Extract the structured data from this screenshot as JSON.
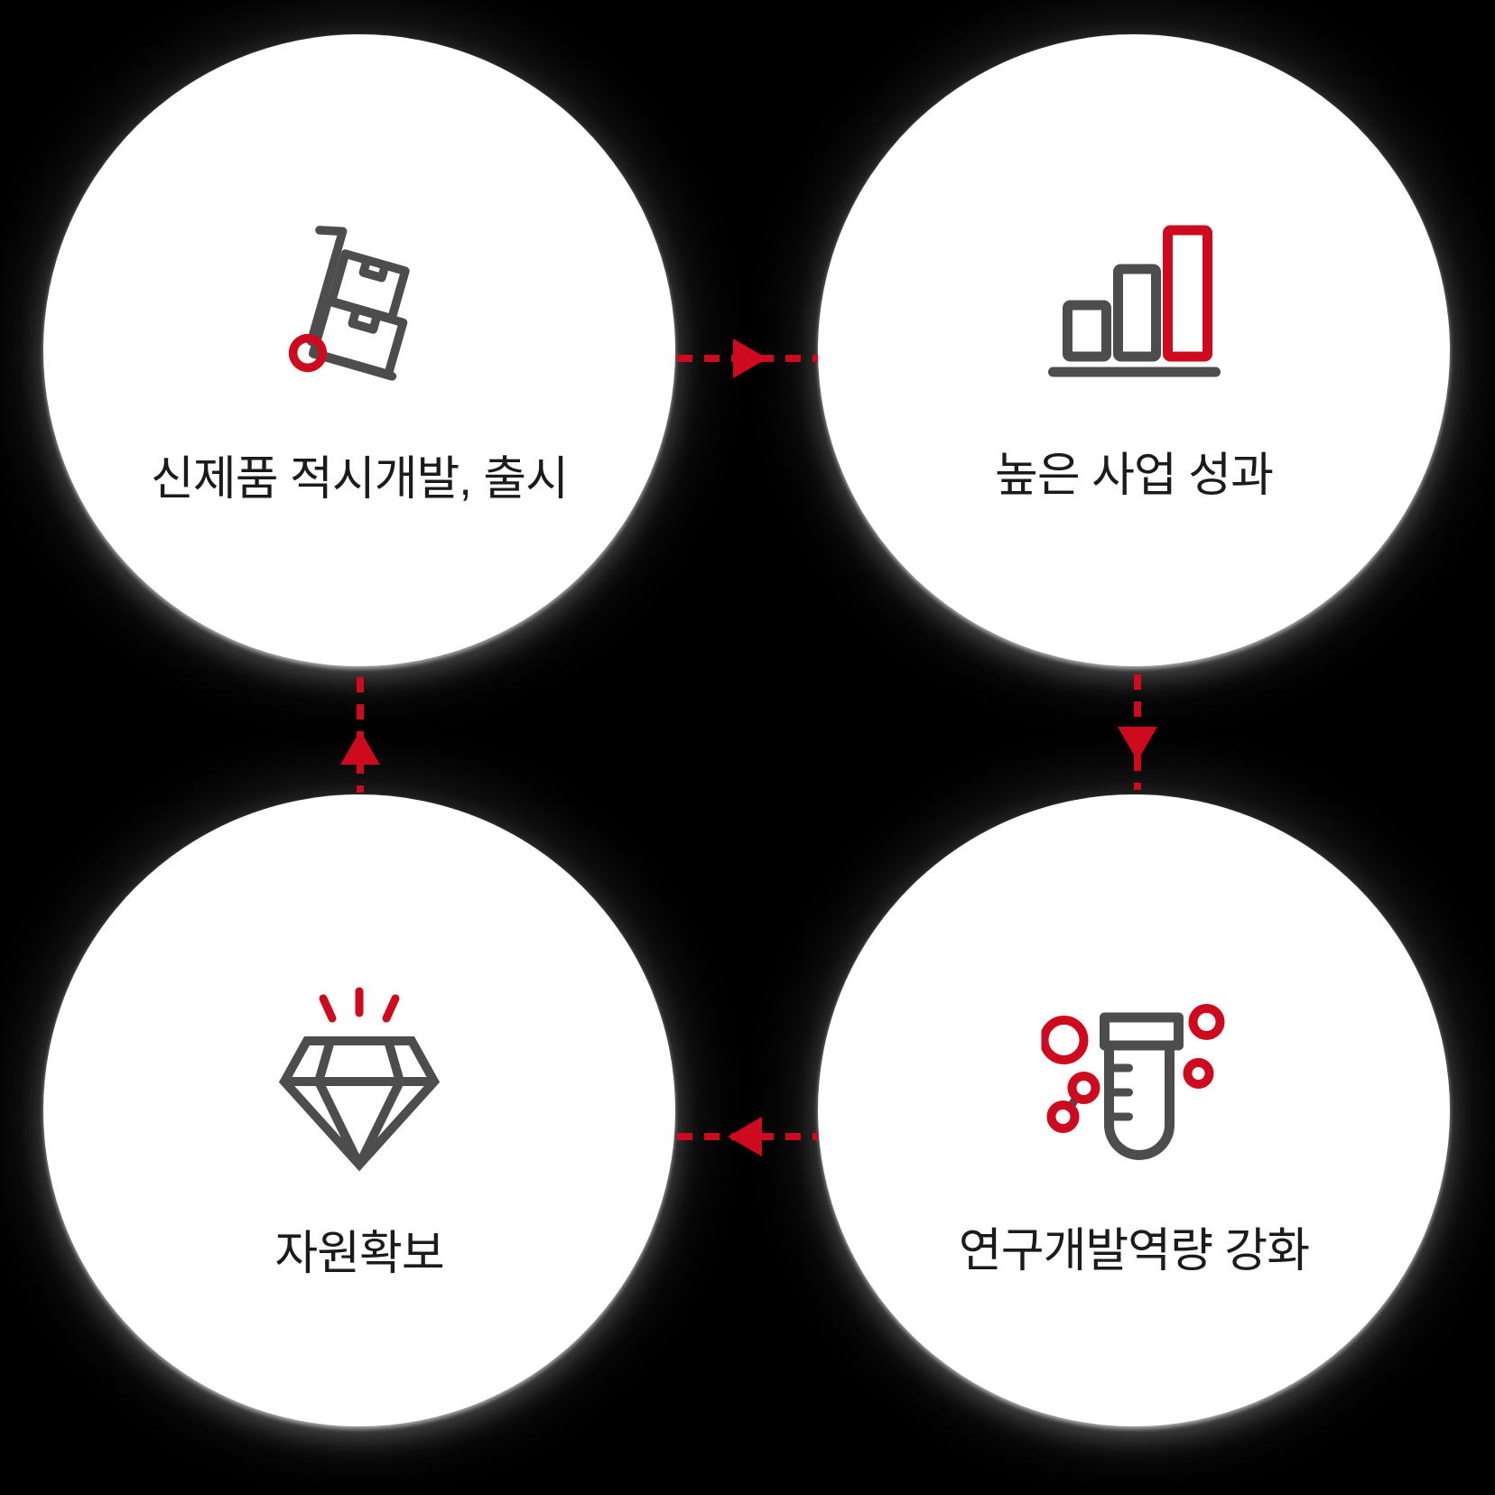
{
  "diagram": {
    "type": "cycle",
    "background_color": "#000000",
    "circle_color": "#ffffff",
    "accent_red": "#cd0a1e",
    "icon_gray": "#4d4d4d",
    "text_color": "#1b1b1b",
    "nodes": [
      {
        "id": "top-left",
        "label": "신제품 적시개발, 출시",
        "icon": "hand-truck-icon"
      },
      {
        "id": "top-right",
        "label": "높은 사업 성과",
        "icon": "bar-chart-icon"
      },
      {
        "id": "bottom-right",
        "label": "연구개발역량 강화",
        "icon": "test-tube-icon"
      },
      {
        "id": "bottom-left",
        "label": "자원확보",
        "icon": "diamond-icon"
      }
    ],
    "arrows": [
      {
        "from": "top-left",
        "to": "top-right",
        "direction": "right",
        "style": "dashed",
        "color": "#cd0a1e"
      },
      {
        "from": "top-right",
        "to": "bottom-right",
        "direction": "down",
        "style": "dashed",
        "color": "#cd0a1e"
      },
      {
        "from": "bottom-right",
        "to": "bottom-left",
        "direction": "left",
        "style": "dashed",
        "color": "#cd0a1e"
      },
      {
        "from": "bottom-left",
        "to": "top-left",
        "direction": "up",
        "style": "dashed",
        "color": "#cd0a1e"
      }
    ]
  }
}
